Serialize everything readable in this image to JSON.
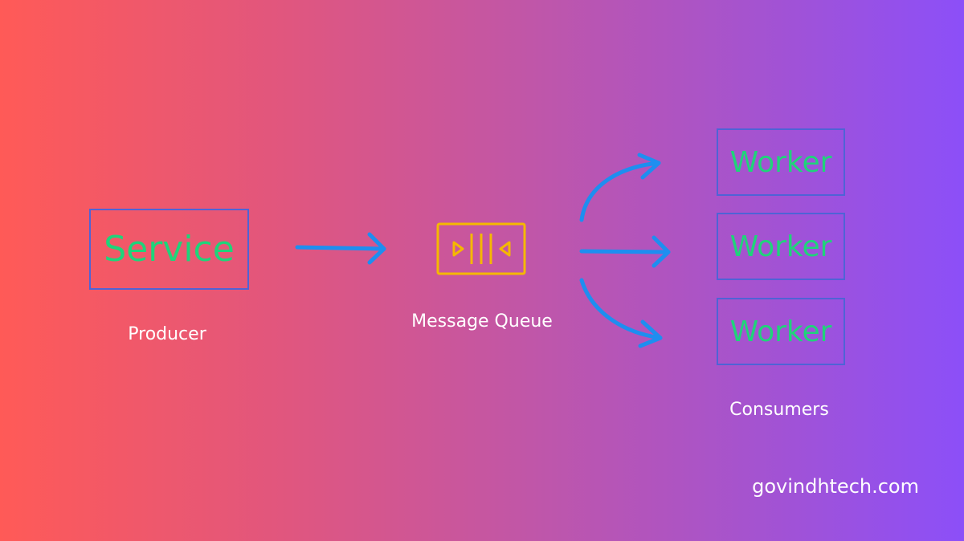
{
  "producer": {
    "box_text": "Service",
    "caption": "Producer"
  },
  "queue": {
    "caption": "Message Queue",
    "icon": "message-queue-icon"
  },
  "consumers": {
    "workers": [
      "Worker",
      "Worker",
      "Worker"
    ],
    "caption": "Consumers"
  },
  "watermark": "govindhtech.com",
  "colors": {
    "box_border": "#4f63d6",
    "box_text": "#1fd47a",
    "arrow": "#1e8ef0",
    "queue_icon": "#f5b800",
    "gradient_start": "#ff5a57",
    "gradient_end": "#8c4ff8"
  }
}
